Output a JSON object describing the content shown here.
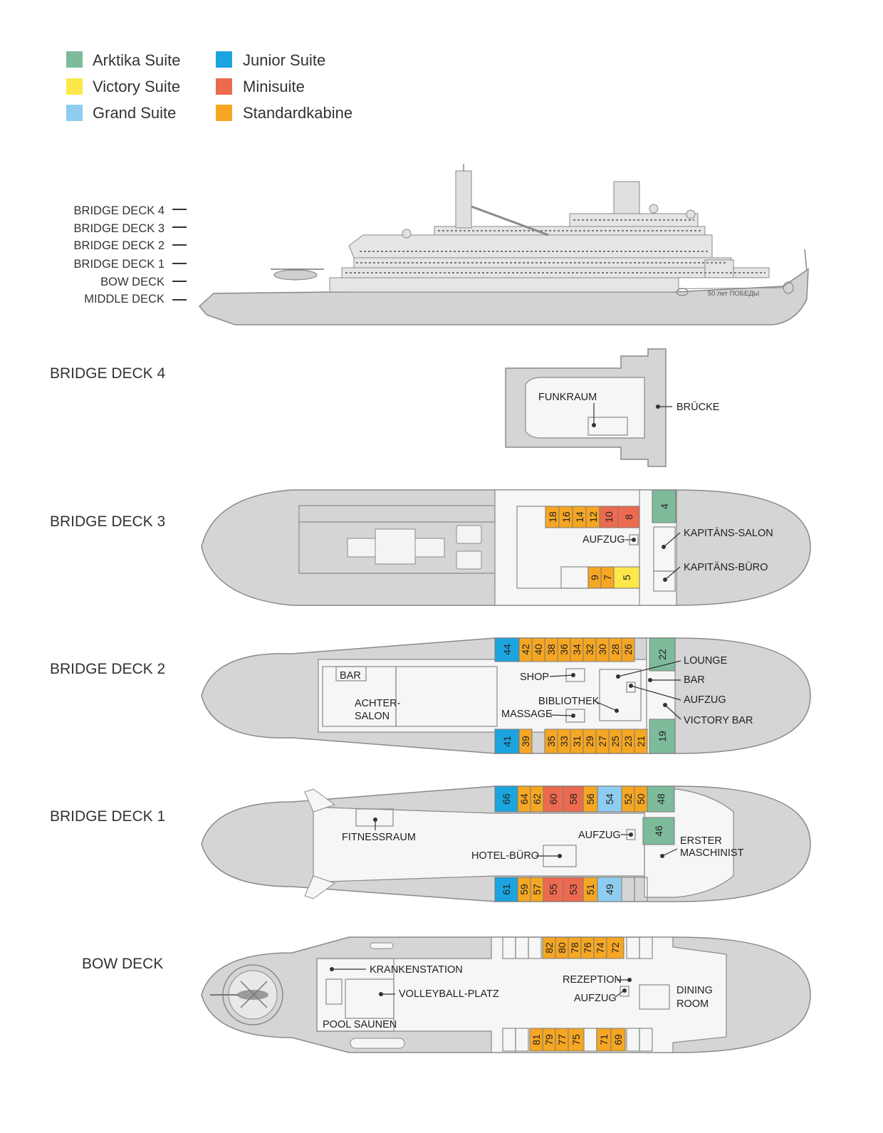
{
  "legend": [
    {
      "label": "Arktika Suite",
      "color": "#7dbb9a"
    },
    {
      "label": "Victory Suite",
      "color": "#fde74a"
    },
    {
      "label": "Grand Suite",
      "color": "#8fcdf0"
    },
    {
      "label": "Junior Suite",
      "color": "#1ba4de"
    },
    {
      "label": "Minisuite",
      "color": "#ec6a4f"
    },
    {
      "label": "Standardkabine",
      "color": "#f5a623"
    }
  ],
  "side_view": {
    "deck_labels": [
      "BRIDGE DECK 4",
      "BRIDGE DECK 3",
      "BRIDGE DECK 2",
      "BRIDGE DECK 1",
      "BOW DECK",
      "MIDDLE DECK"
    ],
    "ship_name": "50 лет ПОБЕДЫ"
  },
  "decks": {
    "bridge4": {
      "title": "BRIDGE DECK 4",
      "rooms": {
        "funkraum": "FUNKRAUM",
        "bruecke": "BRÜCKE"
      }
    },
    "bridge3": {
      "title": "BRIDGE DECK 3",
      "rooms": {
        "aufzug": "AUFZUG",
        "kapitaens_salon": "KAPITÄNS-SALON",
        "kapitaens_buero": "KAPITÄNS-BÜRO"
      },
      "cabins_top": [
        "18",
        "16",
        "14",
        "12",
        "10",
        "8"
      ],
      "cabins_bottom": [
        "9",
        "7",
        "5"
      ],
      "suite": "4"
    },
    "bridge2": {
      "title": "BRIDGE DECK 2",
      "rooms": {
        "bar_aft": "BAR",
        "achter1": "ACHTER-",
        "achter2": "SALON",
        "shop": "SHOP",
        "bibliothek": "BIBLIOTHEK",
        "massage": "MASSAGE",
        "lounge": "LOUNGE",
        "bar": "BAR",
        "aufzug": "AUFZUG",
        "victory_bar": "VICTORY BAR"
      },
      "cabins_top": [
        "44",
        "42",
        "40",
        "38",
        "36",
        "34",
        "32",
        "30",
        "28",
        "26"
      ],
      "cabins_bottom": [
        "41",
        "39",
        "35",
        "33",
        "31",
        "29",
        "27",
        "25",
        "23",
        "21"
      ],
      "suite_top": "22",
      "suite_bottom": "19"
    },
    "bridge1": {
      "title": "BRIDGE DECK 1",
      "rooms": {
        "fitnessraum": "FITNESSRAUM",
        "aufzug": "AUFZUG",
        "hotel_buero": "HOTEL-BÜRO",
        "erster1": "ERSTER",
        "erster2": "MASCHINIST"
      },
      "cabins_top": [
        "66",
        "64",
        "62",
        "60",
        "58",
        "56",
        "54",
        "52",
        "50"
      ],
      "cabins_bottom": [
        "61",
        "59",
        "57",
        "55",
        "53",
        "51",
        "49"
      ],
      "suite_top": "48",
      "suite_mid": "46"
    },
    "bow": {
      "title": "BOW DECK",
      "rooms": {
        "krankenstation": "KRANKENSTATION",
        "volleyball": "VOLLEYBALL-PLATZ",
        "pool": "POOL SAUNEN",
        "rezeption": "REZEPTION",
        "aufzug": "AUFZUG",
        "dining1": "DINING",
        "dining2": "ROOM"
      },
      "cabins_top": [
        "82",
        "80",
        "78",
        "76",
        "74",
        "72"
      ],
      "cabins_bottom": [
        "81",
        "79",
        "77",
        "75",
        "71",
        "69"
      ]
    }
  }
}
